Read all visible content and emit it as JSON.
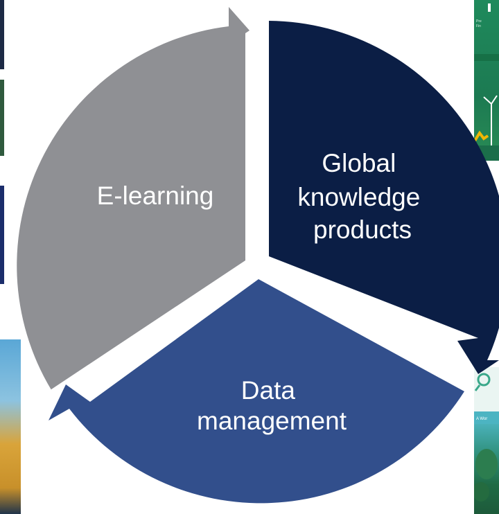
{
  "diagram": {
    "segments": [
      {
        "id": "e-learning",
        "lines": [
          "E-learning"
        ],
        "color": "#8f9094"
      },
      {
        "id": "global-knowledge-products",
        "lines": [
          "Global",
          "knowledge",
          "products"
        ],
        "color": "#0b1e45"
      },
      {
        "id": "data-management",
        "lines": [
          "Data",
          "management"
        ],
        "color": "#324f8c"
      }
    ]
  },
  "thumbnails": {
    "top_right_text_line1": "Pre",
    "top_right_text_line2": "Fin",
    "bottom_right_text": "A Wor"
  }
}
